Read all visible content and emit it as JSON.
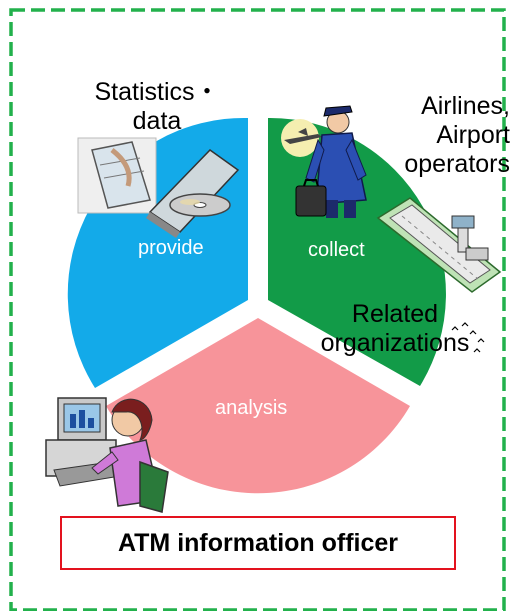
{
  "labels": {
    "statistics_data": "Statistics・data",
    "airlines": "Airlines, Airport operators",
    "related": "Related organizations"
  },
  "segments": [
    {
      "label": "provide",
      "color": "#13aae9"
    },
    {
      "label": "collect",
      "color": "#129b48"
    },
    {
      "label": "analysis",
      "color": "#f7949a"
    }
  ],
  "officer_box": {
    "label": "ATM information officer",
    "border_color": "#e3121e"
  },
  "frame": {
    "border_color": "#22b14c",
    "style": "dashed"
  },
  "icons": [
    "laptop-cd-icon",
    "pilot-icon",
    "airport-icon",
    "birds-icon",
    "computer-user-icon"
  ]
}
